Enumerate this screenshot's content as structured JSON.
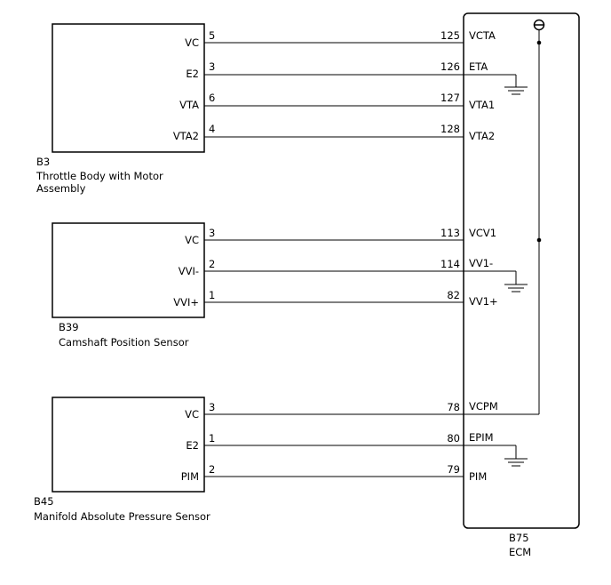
{
  "components": [
    {
      "id": "b3",
      "code": "B3",
      "name_lines": [
        "Throttle Body with Motor",
        "Assembly"
      ],
      "pins": [
        {
          "label": "VC",
          "pin": "5",
          "ecm_pin": "125",
          "ecm_label": "VCTA"
        },
        {
          "label": "E2",
          "pin": "3",
          "ecm_pin": "126",
          "ecm_label": "ETA"
        },
        {
          "label": "VTA",
          "pin": "6",
          "ecm_pin": "127",
          "ecm_label": "VTA1"
        },
        {
          "label": "VTA2",
          "pin": "4",
          "ecm_pin": "128",
          "ecm_label": "VTA2"
        }
      ]
    },
    {
      "id": "b39",
      "code": "B39",
      "name_lines": [
        "Camshaft Position Sensor"
      ],
      "pins": [
        {
          "label": "VC",
          "pin": "3",
          "ecm_pin": "113",
          "ecm_label": "VCV1"
        },
        {
          "label": "VVI-",
          "pin": "2",
          "ecm_pin": "114",
          "ecm_label": "VV1-"
        },
        {
          "label": "VVI+",
          "pin": "1",
          "ecm_pin": "82",
          "ecm_label": "VV1+"
        }
      ]
    },
    {
      "id": "b45",
      "code": "B45",
      "name_lines": [
        "Manifold Absolute Pressure Sensor"
      ],
      "pins": [
        {
          "label": "VC",
          "pin": "3",
          "ecm_pin": "78",
          "ecm_label": "VCPM"
        },
        {
          "label": "E2",
          "pin": "1",
          "ecm_pin": "80",
          "ecm_label": "EPIM"
        },
        {
          "label": "PIM",
          "pin": "2",
          "ecm_pin": "79",
          "ecm_label": "PIM"
        }
      ]
    }
  ],
  "ecm": {
    "code": "B75",
    "name": "ECM"
  }
}
